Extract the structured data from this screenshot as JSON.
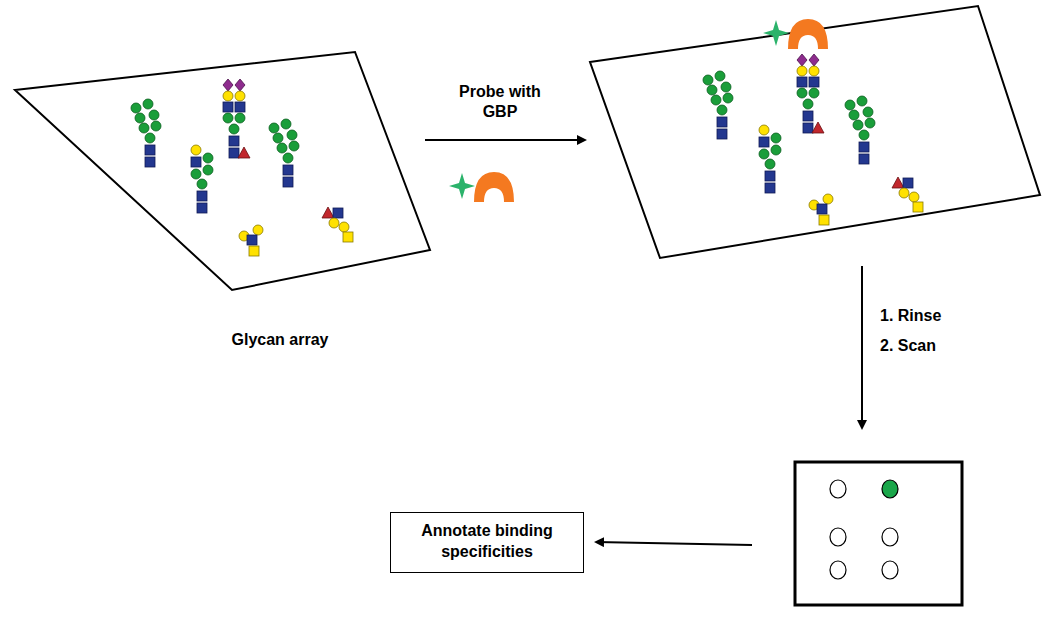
{
  "diagram": {
    "nodes": [
      {
        "text": [
          "Glycan array"
        ]
      },
      {
        "text": [
          "Annotate binding specificities"
        ]
      }
    ],
    "labels": [
      "Probe with GBP",
      "1. Rinse",
      "2. Scan"
    ]
  }
}
